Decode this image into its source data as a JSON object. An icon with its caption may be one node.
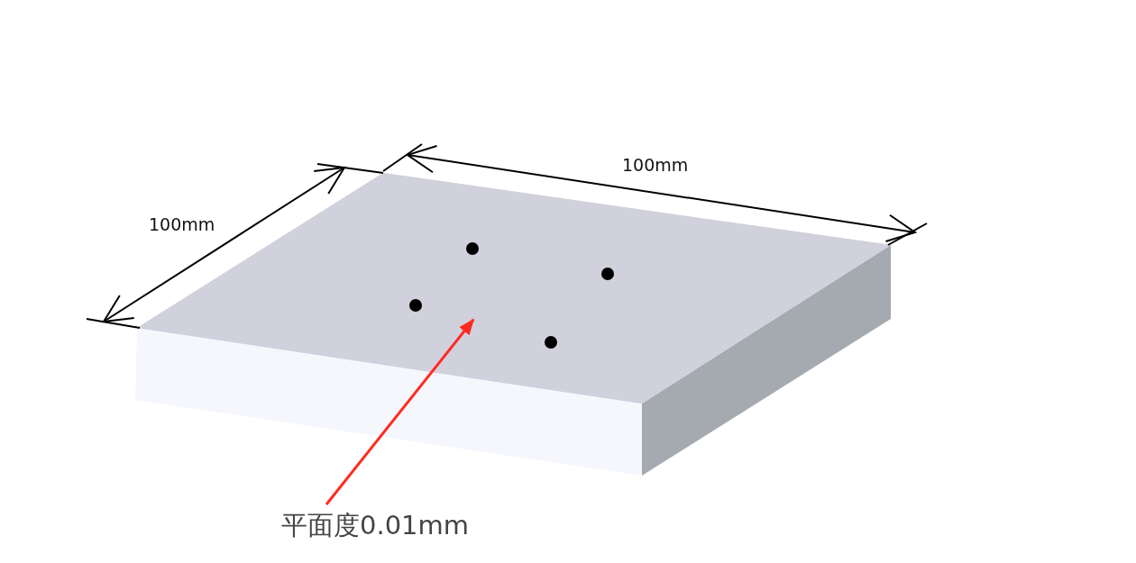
{
  "diagram": {
    "nodes": [
      {
        "text": [
          "平面度0.01mm"
        ]
      },
      {
        "text": [],
        "shape": "box"
      }
    ],
    "edges": [
      {
        "from": 0,
        "to": 1,
        "arrow": "to"
      }
    ],
    "labels": [
      "100mm",
      "100mm"
    ]
  }
}
